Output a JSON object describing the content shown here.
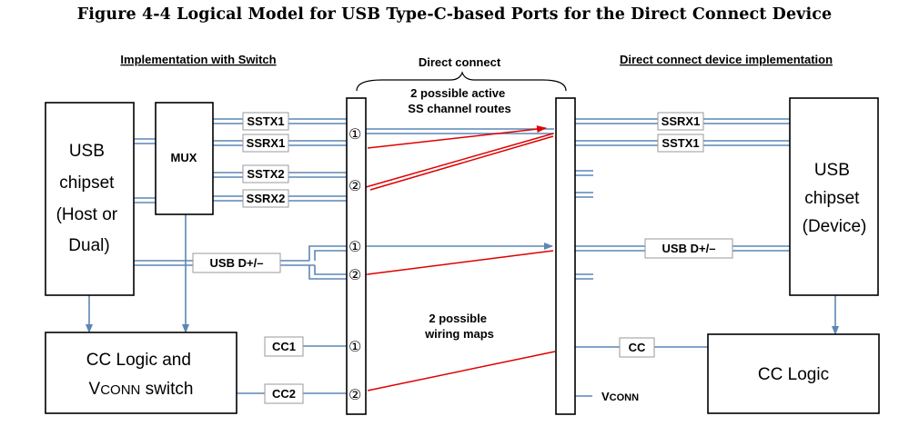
{
  "title": "Figure 4-4  Logical Model for USB Type-C-based Ports for the Direct Connect Device",
  "headers": {
    "left": "Implementation with Switch",
    "middle": "Direct connect",
    "right": "Direct connect device implementation"
  },
  "left_blocks": {
    "usb_chipset": [
      "USB",
      "chipset",
      "(Host or",
      "Dual)"
    ],
    "mux": "MUX",
    "cc_logic": [
      "CC Logic and",
      "VCONN switch"
    ]
  },
  "right_blocks": {
    "usb_chipset": [
      "USB",
      "chipset",
      "(Device)"
    ],
    "cc_logic": "CC Logic"
  },
  "labels": {
    "sstx1": "SSTX1",
    "ssrx1": "SSRX1",
    "sstx2": "SSTX2",
    "ssrx2": "SSRX2",
    "usb_dpdm_left": "USB D+/–",
    "cc1": "CC1",
    "cc2": "CC2",
    "r_ssrx1": "SSRX1",
    "r_sstx1": "SSTX1",
    "usb_dpdm_right": "USB D+/–",
    "cc": "CC",
    "vconn": "VCONN"
  },
  "annotations": {
    "ss_routes": [
      "2 possible active",
      "SS channel routes"
    ],
    "wiring_maps": [
      "2 possible",
      "wiring maps"
    ]
  },
  "pins": {
    "one": "①",
    "two": "②"
  },
  "colors": {
    "signal": "#5b86b5",
    "highlight": "#e00000",
    "label_border": "#9a9a9a"
  }
}
